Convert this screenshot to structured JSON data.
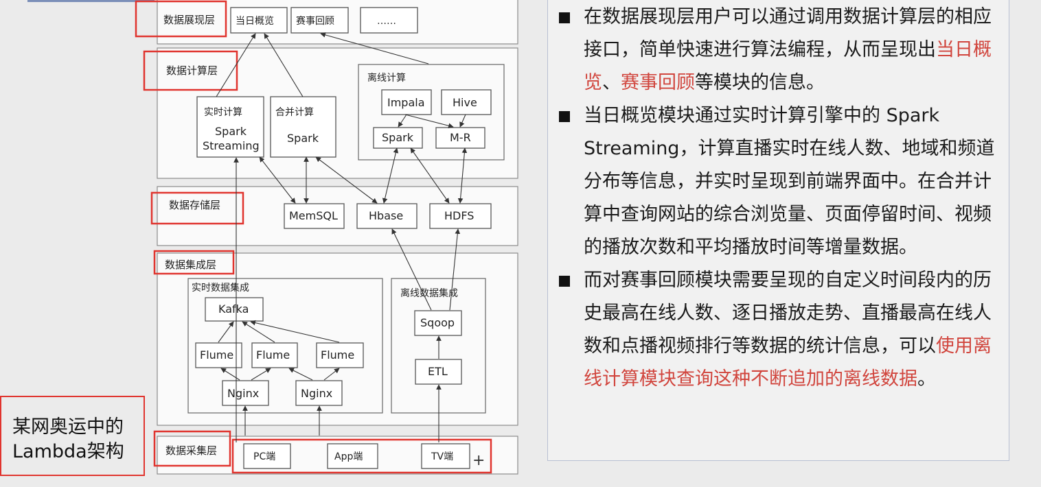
{
  "diagram": {
    "layers": {
      "presentation": "数据展现层",
      "compute": "数据计算层",
      "storage": "数据存储层",
      "integration": "数据集成层",
      "collection": "数据采集层"
    },
    "presentation_modules": [
      "当日概览",
      "赛事回顾",
      "……"
    ],
    "compute": {
      "realtime_title": "实时计算",
      "realtime_engine_line1": "Spark",
      "realtime_engine_line2": "Streaming",
      "merge_title": "合并计算",
      "merge_engine": "Spark",
      "offline_title": "离线计算",
      "offline_nodes": [
        "Impala",
        "Hive",
        "Spark",
        "M-R"
      ]
    },
    "storage_nodes": [
      "MemSQL",
      "Hbase",
      "HDFS"
    ],
    "integration": {
      "realtime_title": "实时数据集成",
      "kafka": "Kafka",
      "flume": [
        "Flume",
        "Flume",
        "Flume"
      ],
      "nginx": [
        "Nginx",
        "Nginx"
      ],
      "offline_title": "离线数据集成",
      "sqoop": "Sqoop",
      "etl": "ETL"
    },
    "collection_clients": [
      "PC端",
      "App端",
      "TV端"
    ],
    "cursor_glyph": "+"
  },
  "caption": {
    "line1": "某网奥运中的",
    "line2": "Lambda架构"
  },
  "bullets": {
    "b1_part1": "在数据展现层用户可以通过调用数据计算层的相应接口，简单快速进行算法编程，从而呈现出",
    "b1_red1": "当日概览",
    "b1_sep": "、",
    "b1_red2": "赛事回顾",
    "b1_part2": "等模块的信息。",
    "b2_text": "当日概览模块通过实时计算引擎中的 Spark Streaming，计算直播实时在线人数、地域和频道分布等信息，并实时呈现到前端界面中。在合并计算中查询网站的综合浏览量、页面停留时间、视频的播放次数和平均播放时间等增量数据。",
    "b3_part1": "而对赛事回顾模块需要呈现的自定义时间段内的历史最高在线人数、逐日播放走势、直播最高在线人数和点播视频排行等数据的统计信息，可以",
    "b3_red": "使用离线计算模块查询这种不断追加的离线数据",
    "b3_part2": "。"
  },
  "colors": {
    "highlight_red": "#d1453d",
    "annotation_red": "#e0342e"
  }
}
